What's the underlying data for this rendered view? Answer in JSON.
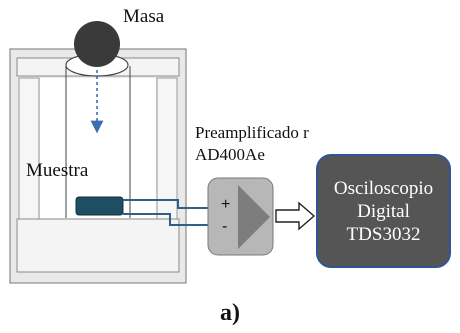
{
  "labels": {
    "mass": "Masa",
    "sample": "Muestra",
    "preamplifier": "Preamplificado r AD400Ae",
    "oscilloscope": "Osciloscopio\nDigital\nTDS3032",
    "figure_tag": "a)"
  },
  "amplifier_signs": {
    "plus": "+",
    "minus": "-"
  },
  "colors": {
    "frame_fill": "#e8e9ea",
    "frame_stroke": "#8a8a8a",
    "mass": "#3a3a3a",
    "sample": "#1f4e63",
    "wire": "#2f5f86",
    "drop_arrow": "#3b6fb0",
    "amplifier_fill": "#b7b7b7",
    "amplifier_triangle": "#7d7d7d",
    "oscilloscope_fill": "#555555",
    "oscilloscope_stroke": "#2f5597"
  }
}
